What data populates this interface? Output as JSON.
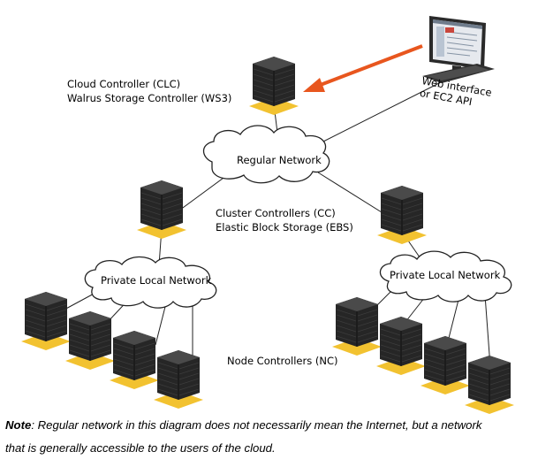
{
  "diagram": {
    "labels": {
      "clc_line1": "Cloud Controller (CLC)",
      "clc_line2": "Walrus Storage Controller (WS3)",
      "web_line1": "Web interface",
      "web_line2": "or EC2 API",
      "regular_network": "Regular Network",
      "cc_line1": "Cluster Controllers (CC)",
      "cc_line2": "Elastic Block Storage (EBS)",
      "private_left": "Private Local Network",
      "private_right": "Private Local Network",
      "nc": "Node Controllers (NC)"
    },
    "colors": {
      "server_top": "#4a4a4a",
      "server_body": "#262626",
      "server_base": "#f2c230",
      "arrow": "#e8561e",
      "cloud_stroke": "#222222"
    }
  },
  "note": {
    "label": "Note",
    "text_line1": ": Regular network in this diagram does not necessarily mean the Internet, but a network",
    "text_line2": "that is generally accessible to the users of the cloud."
  }
}
